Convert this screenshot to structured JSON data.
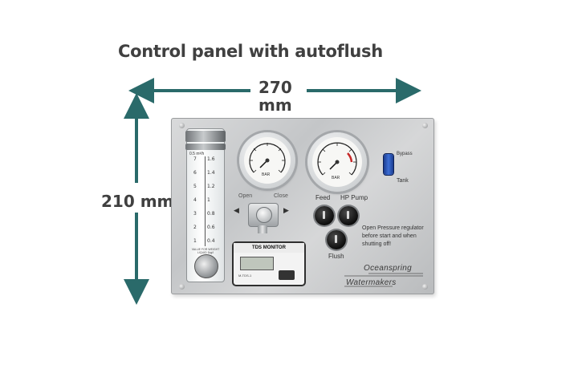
{
  "title": "Control panel with autoflush",
  "dimensions": {
    "width_value": "270",
    "width_unit": "mm",
    "height_label": "210 mm"
  },
  "colors": {
    "arrow": "#2a6a6a",
    "tank_switch": "#2f5fc8"
  },
  "panel": {
    "flowmeter": {
      "header": "0.5 m³/h",
      "scale_left": [
        "7",
        "6",
        "5",
        "4",
        "3",
        "2",
        "1"
      ],
      "scale_right": [
        "1.6",
        "1.4",
        "1.2",
        "1",
        "0.8",
        "0.6",
        "0.4"
      ],
      "note": "VALUE FOR WEIGHT LIQUID 1kg/l"
    },
    "gauges": [
      {
        "name": "low-pressure-gauge",
        "unit": "BAR"
      },
      {
        "name": "high-pressure-gauge",
        "unit": "BAR"
      }
    ],
    "labels": {
      "feed": "Feed",
      "hp_pump": "HP Pump",
      "flush": "Flush",
      "bypass": "Bypass",
      "tank": "Tank",
      "open_hint": "Open",
      "close_hint": "Close"
    },
    "note": "Open Pressure regulator before start and when shutting off!",
    "tds": {
      "title": "TDS MONITOR",
      "footer": "M-TDS-1"
    },
    "brand_line1": "Oceanspring",
    "brand_line2": "Watermakers"
  }
}
